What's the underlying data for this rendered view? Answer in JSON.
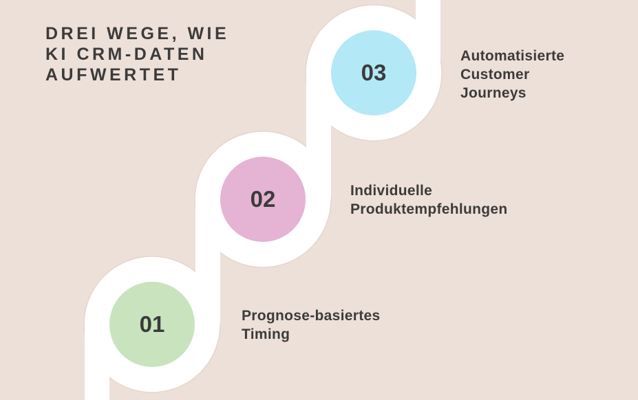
{
  "title": [
    "DREI WEGE, WIE",
    "KI CRM-DATEN",
    "AUFWERTET"
  ],
  "steps": [
    {
      "number": "01",
      "label": [
        "Prognose-basiertes",
        "Timing"
      ],
      "color": "#c8e3be"
    },
    {
      "number": "02",
      "label": [
        "Individuelle",
        "Produktempfehlungen"
      ],
      "color": "#e5b3d3"
    },
    {
      "number": "03",
      "label": [
        "Automatisierte",
        "Customer",
        "Journeys"
      ],
      "color": "#b3e8f6"
    }
  ],
  "colors": {
    "background": "#ede0d8",
    "path": "#ffffff",
    "text": "#3b3b3b"
  }
}
